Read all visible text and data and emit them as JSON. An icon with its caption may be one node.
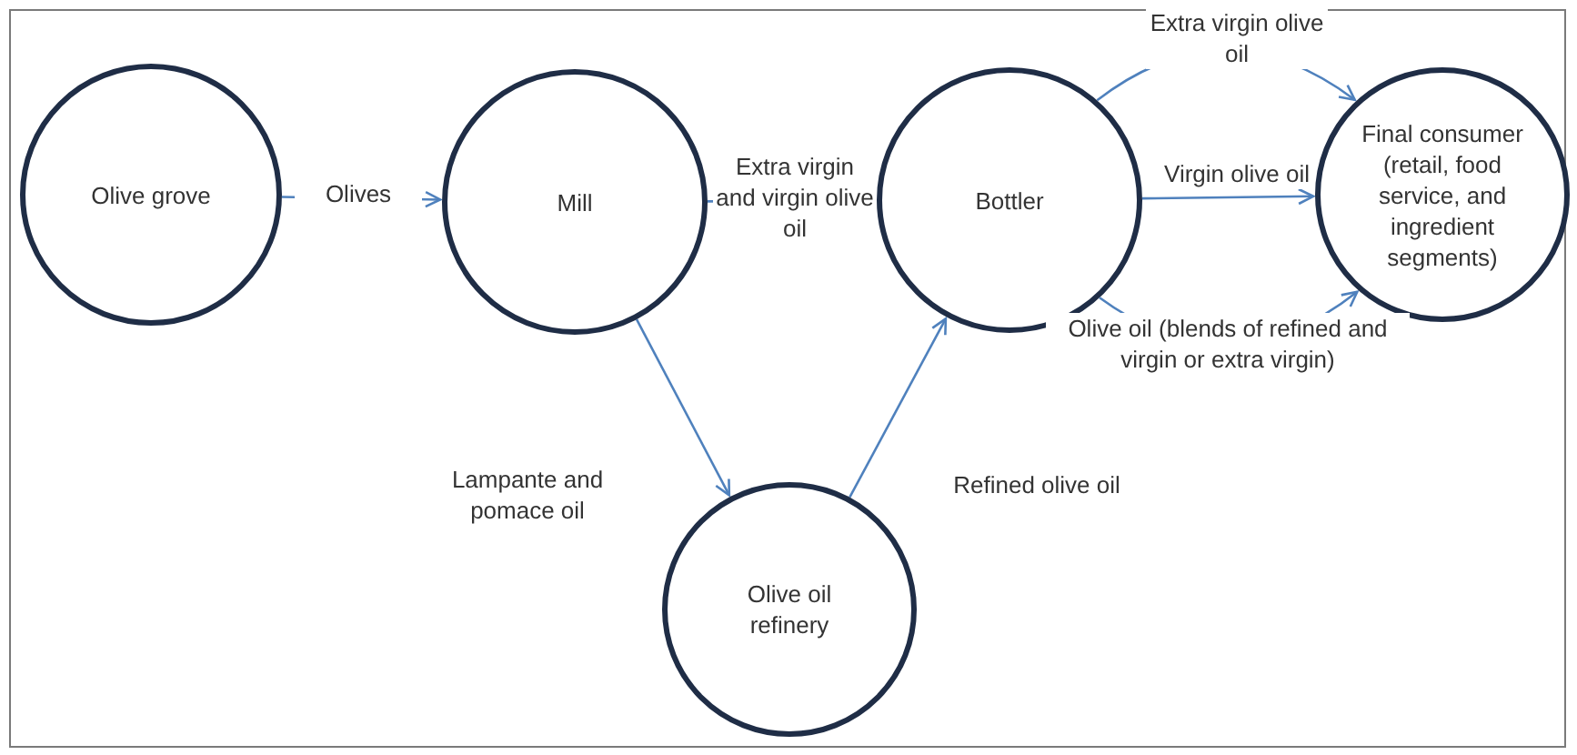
{
  "diagram": {
    "nodes": [
      {
        "text": [
          "Olive grove"
        ]
      },
      {
        "text": [
          "Mill"
        ]
      },
      {
        "text": [
          "Bottler"
        ]
      },
      {
        "text": [
          "Final consumer (retail, food service, and ingredient segments)"
        ]
      },
      {
        "text": [
          "Olive oil refinery"
        ]
      }
    ],
    "edges": [
      {
        "from": 0,
        "to": 1,
        "arrow": "to",
        "label": "Olives"
      },
      {
        "from": 1,
        "to": 2,
        "arrow": "to",
        "label": "Extra virgin and virgin olive oil"
      },
      {
        "from": 2,
        "to": 3,
        "arrow": "to",
        "label": "Extra virgin olive oil"
      },
      {
        "from": 2,
        "to": 3,
        "arrow": "to",
        "label": "Virgin olive oil"
      },
      {
        "from": 2,
        "to": 3,
        "arrow": "to",
        "label": "Olive oil (blends of refined and virgin or extra virgin)"
      },
      {
        "from": 1,
        "to": 4,
        "arrow": "to",
        "label": "Lampante and pomace oil"
      },
      {
        "from": 4,
        "to": 2,
        "arrow": "to",
        "label": "Refined olive oil"
      }
    ]
  }
}
